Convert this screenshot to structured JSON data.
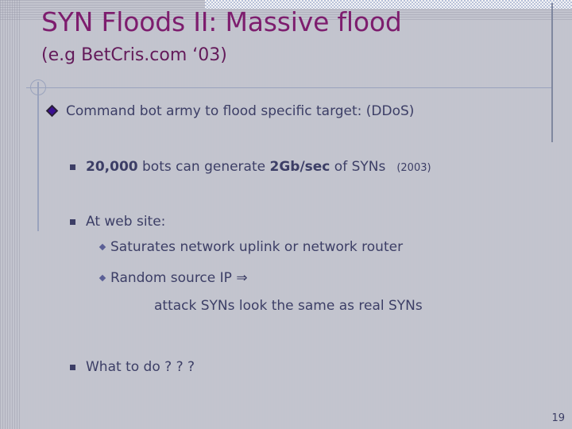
{
  "slide": {
    "title": "SYN Floods II: Massive flood",
    "subtitle": "(e.g BetCris.com ‘03)",
    "page_number": "19",
    "colors": {
      "title": "#7d1d6e",
      "subtitle": "#631a5a",
      "body_text": "#3c3e66",
      "bullet_diamond": "#3b0f93",
      "rule": "#9aa3bd",
      "background": "#ffffff"
    },
    "bullets": {
      "level1": {
        "text": "Command bot army to flood specific target:  (DDoS)",
        "bullet_icon": "diamond-bullet-icon"
      },
      "level2": [
        {
          "bullet_icon": "square-bullet-icon",
          "segments": [
            {
              "text": "20,000",
              "bold": true
            },
            {
              "text": " bots can generate ",
              "bold": false
            },
            {
              "text": "2Gb/sec",
              "bold": true
            },
            {
              "text": " of SYNs",
              "bold": false
            }
          ],
          "note": "(2003)"
        },
        {
          "bullet_icon": "square-bullet-icon",
          "segments": [
            {
              "text": "At web site:",
              "bold": false
            }
          ],
          "note": ""
        },
        {
          "bullet_icon": "square-bullet-icon",
          "segments": [
            {
              "text": "What to do  ? ? ?",
              "bold": false
            }
          ],
          "note": ""
        }
      ],
      "level3": [
        {
          "bullet_icon": "small-diamond-bullet-icon",
          "text": "Saturates network uplink or network router"
        },
        {
          "bullet_icon": "small-diamond-bullet-icon",
          "text": "Random source IP ⇒"
        }
      ],
      "level4": [
        {
          "text": "attack SYNs look the same as real SYNs"
        }
      ]
    }
  }
}
